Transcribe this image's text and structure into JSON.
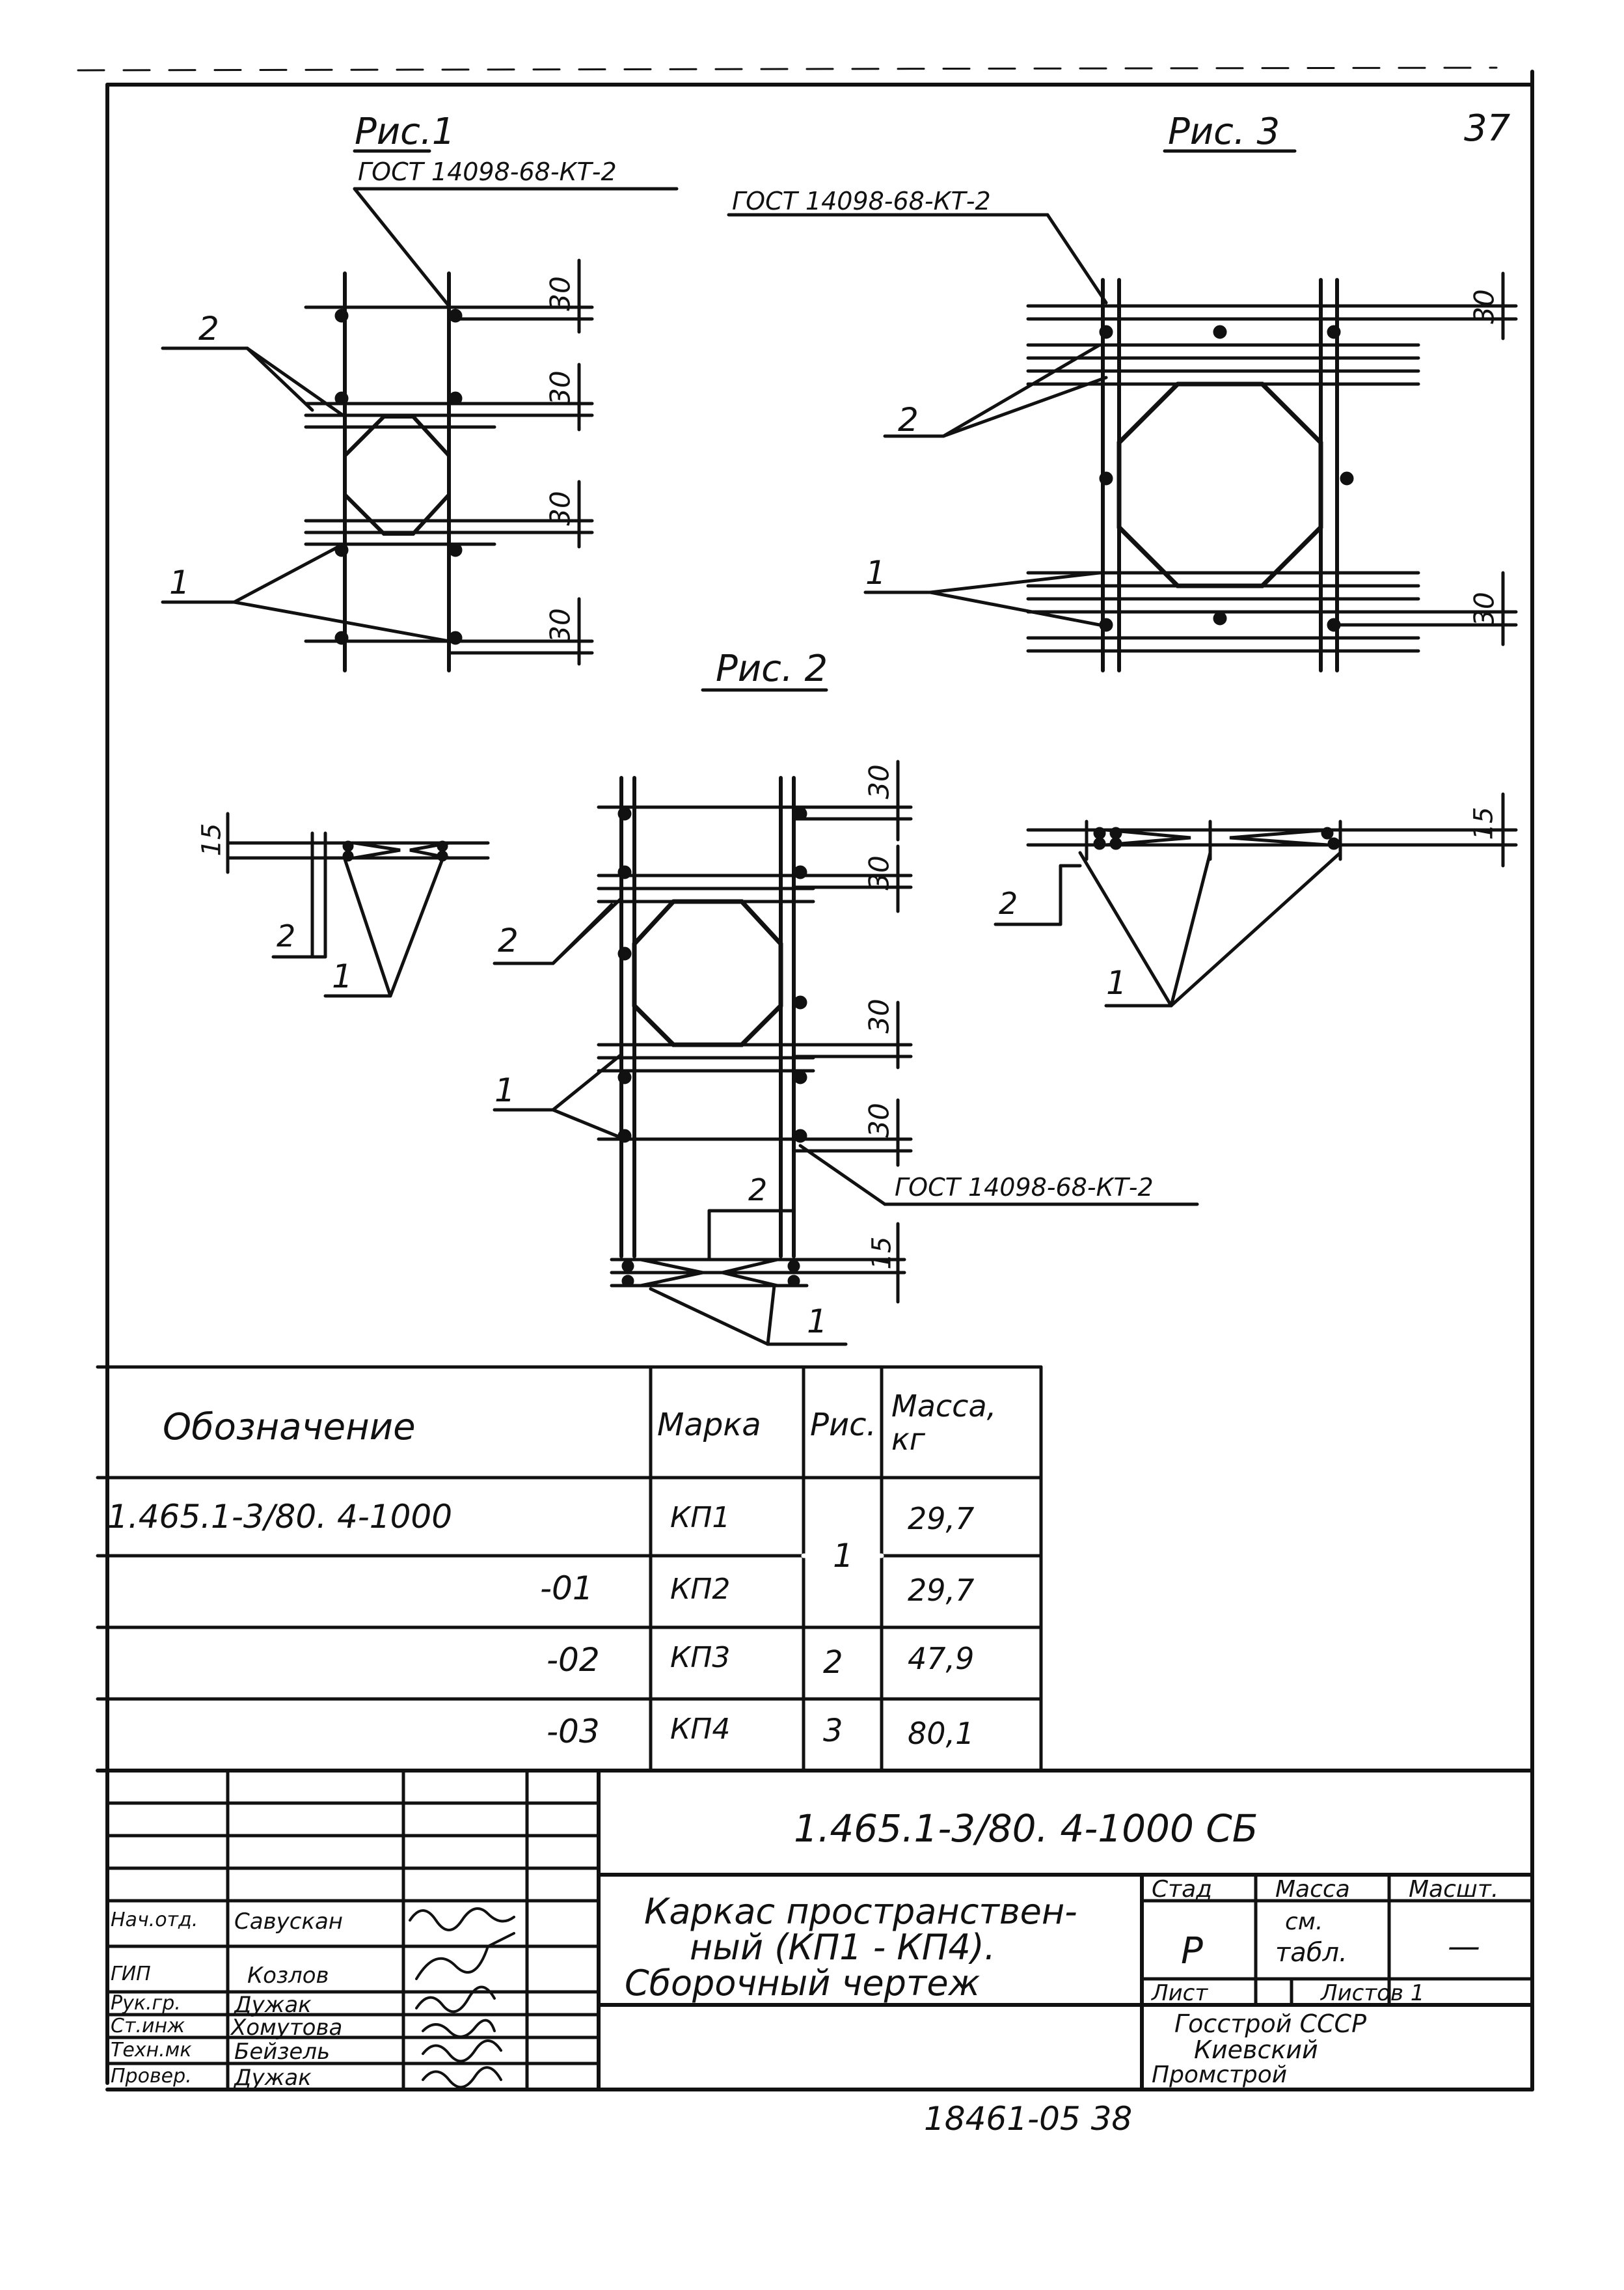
{
  "sheet_number": "37",
  "figures": {
    "fig1": {
      "title": "Рис.1",
      "gost": "ГОСТ 14098-68-КТ-2",
      "dims": [
        "30",
        "30",
        "30",
        "30"
      ],
      "callouts": [
        "2",
        "1"
      ]
    },
    "fig2": {
      "title": "Рис. 2",
      "gost": "ГОСТ 14098-68-КТ-2",
      "dims": [
        "30",
        "30",
        "30",
        "30"
      ],
      "callouts": [
        "2",
        "1"
      ],
      "section_dim": "15",
      "section_callouts": [
        "2",
        "1"
      ]
    },
    "fig3": {
      "title": "Рис. 3",
      "gost": "ГОСТ 14098-68-КТ-2",
      "dims": [
        "30",
        "30"
      ],
      "callouts": [
        "2",
        "1"
      ]
    },
    "section_left": {
      "dim": "15",
      "callouts": [
        "2",
        "1"
      ]
    },
    "section_right": {
      "dim": "15",
      "callouts": [
        "2",
        "1"
      ]
    }
  },
  "spec_table": {
    "headers": [
      "Обозначение",
      "Марка",
      "Рис.",
      "Масса, кг"
    ],
    "rows": [
      {
        "designation": "1.465.1-3/80. 4-1000",
        "mark": "КП1",
        "fig": "1",
        "mass": "29,7"
      },
      {
        "designation": "-01",
        "mark": "КП2",
        "fig": "",
        "mass": "29,7"
      },
      {
        "designation": "-02",
        "mark": "КП3",
        "fig": "2",
        "mass": "47,9"
      },
      {
        "designation": "-03",
        "mark": "КП4",
        "fig": "3",
        "mass": "80,1"
      }
    ]
  },
  "title_block": {
    "doc_code": "1.465.1-3/80. 4-1000 СБ",
    "name_line1": "Каркас пространствен-",
    "name_line2": "ный (КП1 - КП4).",
    "name_line3": "Сборочный чертеж",
    "stage_label": "Стад",
    "stage_value": "Р",
    "mass_label": "Масса",
    "mass_value_line1": "см.",
    "mass_value_line2": "табл.",
    "scale_label": "Масшт.",
    "scale_value": "—",
    "sheet_label": "Лист",
    "sheets_label": "Листов 1",
    "org_line1": "Госстрой СССР",
    "org_line2": "Киевский",
    "org_line3": "Промстрой",
    "signatures": [
      {
        "role": "Нач.отд.",
        "name": "Савускан"
      },
      {
        "role": "ГИП",
        "name": "Козлов"
      },
      {
        "role": "Рук.гр.",
        "name": "Дужак"
      },
      {
        "role": "Ст.инж",
        "name": "Хомутова"
      },
      {
        "role": "Техн.мк",
        "name": "Бейзель"
      },
      {
        "role": "Провер.",
        "name": "Дужак"
      }
    ]
  },
  "footer_code": "18461-05 38"
}
